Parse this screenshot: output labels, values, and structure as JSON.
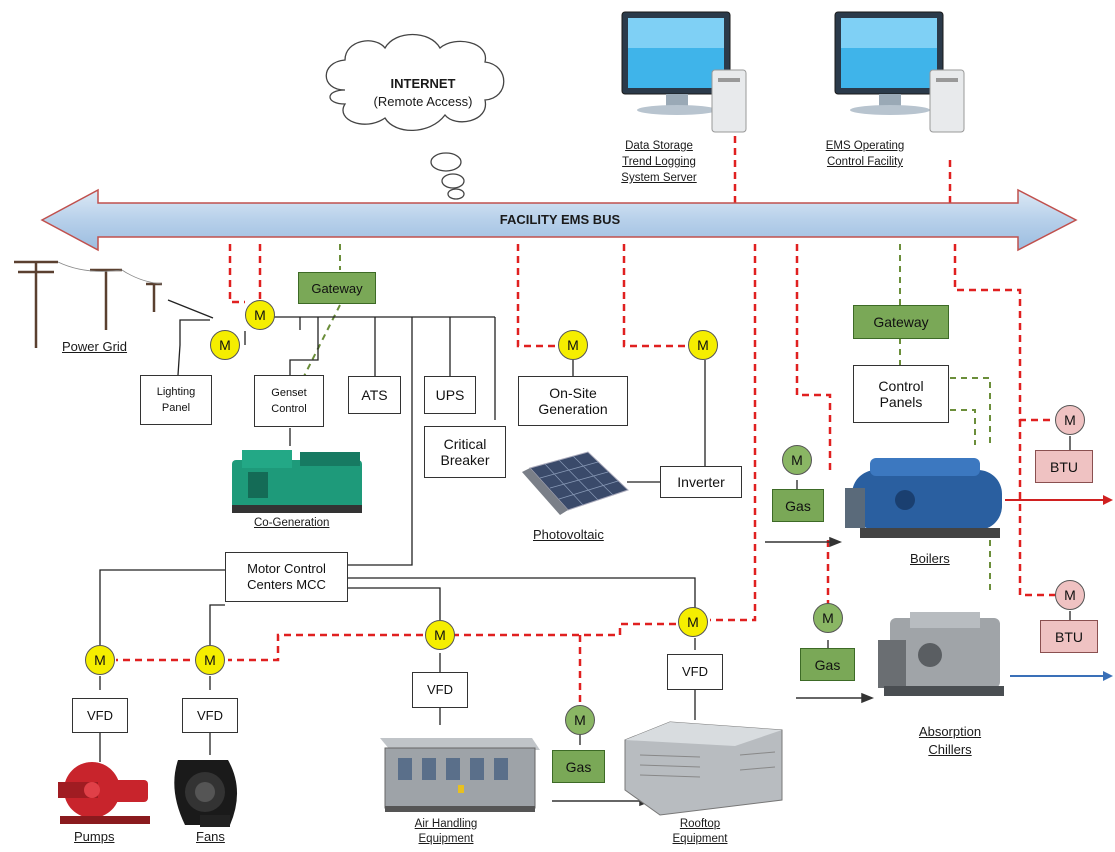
{
  "cloud": {
    "title": "INTERNET",
    "subtitle": "(Remote Access)"
  },
  "bus": {
    "label": "FACILITY EMS BUS"
  },
  "computers": [
    {
      "lines": [
        "Data Storage",
        "Trend Logging",
        "System Server"
      ]
    },
    {
      "lines": [
        "EMS Operating",
        "Control Facility"
      ]
    }
  ],
  "labels": {
    "power_grid": "Power Grid",
    "co_generation": "Co-Generation",
    "photovoltaic": "Photovoltaic",
    "boilers": "Boilers",
    "absorption_chillers": [
      "Absorption",
      "Chillers"
    ],
    "pumps": "Pumps",
    "fans": "Fans",
    "air_handling": [
      "Air Handling",
      "Equipment"
    ],
    "rooftop": [
      "Rooftop",
      "Equipment"
    ]
  },
  "boxes": {
    "lighting_panel": [
      "Lighting",
      "Panel"
    ],
    "genset_control": [
      "Genset",
      "Control"
    ],
    "ats": "ATS",
    "ups": "UPS",
    "critical_breaker": [
      "Critical",
      "Breaker"
    ],
    "onsite_generation": [
      "On-Site",
      "Generation"
    ],
    "inverter": "Inverter",
    "control_panels": [
      "Control",
      "Panels"
    ],
    "mcc": [
      "Motor Control",
      "Centers MCC"
    ],
    "vfd": "VFD"
  },
  "gateways": {
    "gateway_label": "Gateway"
  },
  "gas": {
    "label": "Gas"
  },
  "btu": {
    "label": "BTU"
  },
  "meter": {
    "label": "M"
  },
  "colors": {
    "bus_fill": "#b7d0ea",
    "bus_border": "#c0504d",
    "meter_yellow": "#f5ee00",
    "gateway_green": "#7aa857",
    "btu_pink": "#efc2c2",
    "red_dash": "#e02020",
    "green_dash": "#6b8e3a"
  }
}
